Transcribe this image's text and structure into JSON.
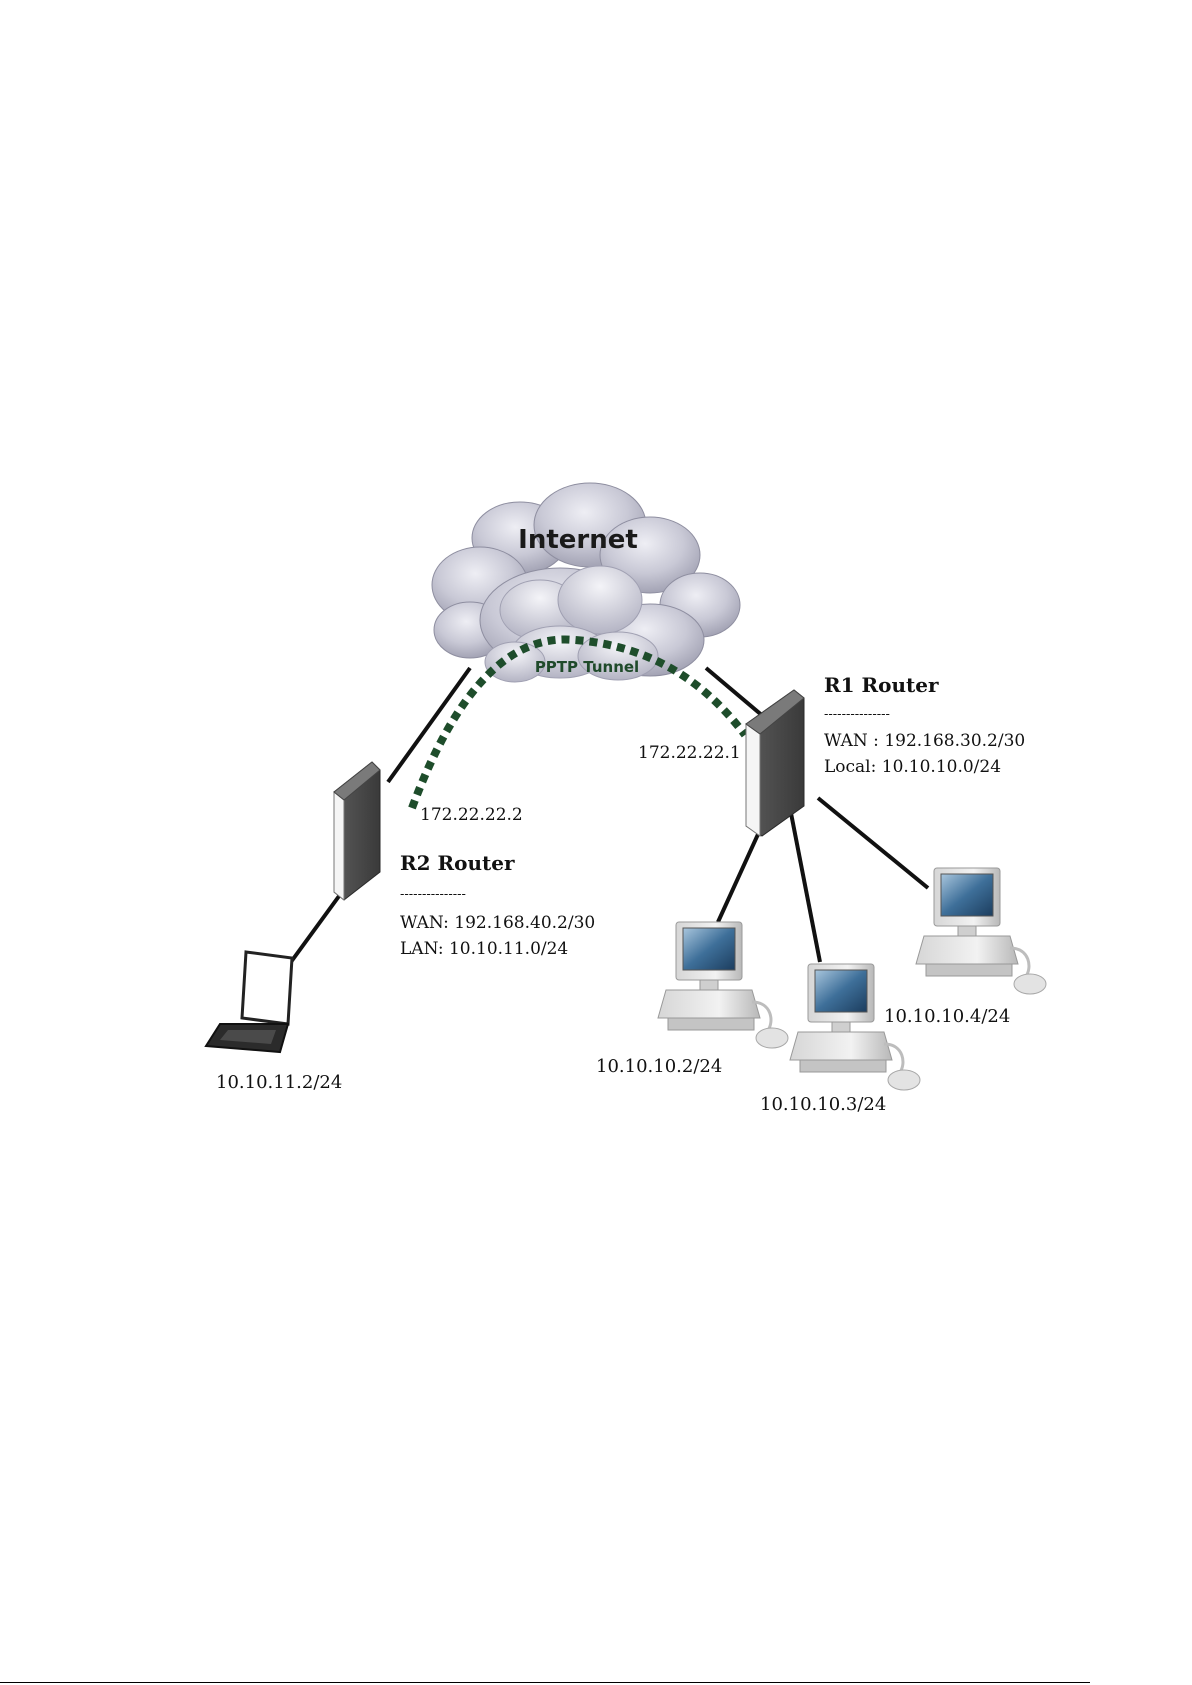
{
  "internet": {
    "label": "Internet"
  },
  "tunnel": {
    "label": "PPTP Tunnel",
    "color": "#1e4d2b"
  },
  "r1": {
    "title": "R1 Router",
    "divider": "---------------",
    "wan": "WAN : 192.168.30.2/30",
    "local": "Local: 10.10.10.0/24",
    "tunnel_ip": "172.22.22.1"
  },
  "r2": {
    "title": "R2 Router",
    "divider": "---------------",
    "wan": "WAN: 192.168.40.2/30",
    "lan": "LAN: 10.10.11.0/24",
    "tunnel_ip": "172.22.22.2"
  },
  "hosts": {
    "laptop": "10.10.11.2/24",
    "pc1": "10.10.10.2/24",
    "pc2": "10.10.10.3/24",
    "pc3": "10.10.10.4/24"
  }
}
